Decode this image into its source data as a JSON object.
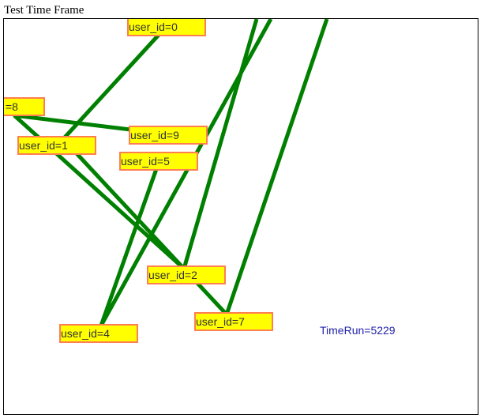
{
  "page": {
    "title": "Test Time Frame"
  },
  "colors": {
    "edge": "#008000",
    "node_fill": "#ffff00",
    "node_border": "#ff7f50",
    "node_text": "#333333",
    "timerun_text": "#2222aa"
  },
  "nodes": [
    {
      "id": "user_id=0",
      "label": "user_id=0"
    },
    {
      "id": "user_id=8",
      "label": "=8"
    },
    {
      "id": "user_id=1",
      "label": "user_id=1"
    },
    {
      "id": "user_id=9",
      "label": "user_id=9"
    },
    {
      "id": "user_id=5",
      "label": "user_id=5"
    },
    {
      "id": "user_id=2",
      "label": "user_id=2"
    },
    {
      "id": "user_id=7",
      "label": "user_id=7"
    },
    {
      "id": "user_id=4",
      "label": "user_id=4"
    }
  ],
  "edges": [
    {
      "from": "user_id=1",
      "to": "user_id=0"
    },
    {
      "from": "user_id=8",
      "to": "user_id=9"
    },
    {
      "from": "user_id=8",
      "to": "user_id=2"
    },
    {
      "from": "user_id=1",
      "to": "user_id=7"
    },
    {
      "from": "user_id=4",
      "to": "user_id=5"
    },
    {
      "from": "user_id=4",
      "to": "offscreen-a"
    },
    {
      "from": "user_id=2",
      "to": "offscreen-b"
    },
    {
      "from": "user_id=7",
      "to": "offscreen-c"
    }
  ],
  "status": {
    "timerun_label": "TimeRun=5229"
  }
}
